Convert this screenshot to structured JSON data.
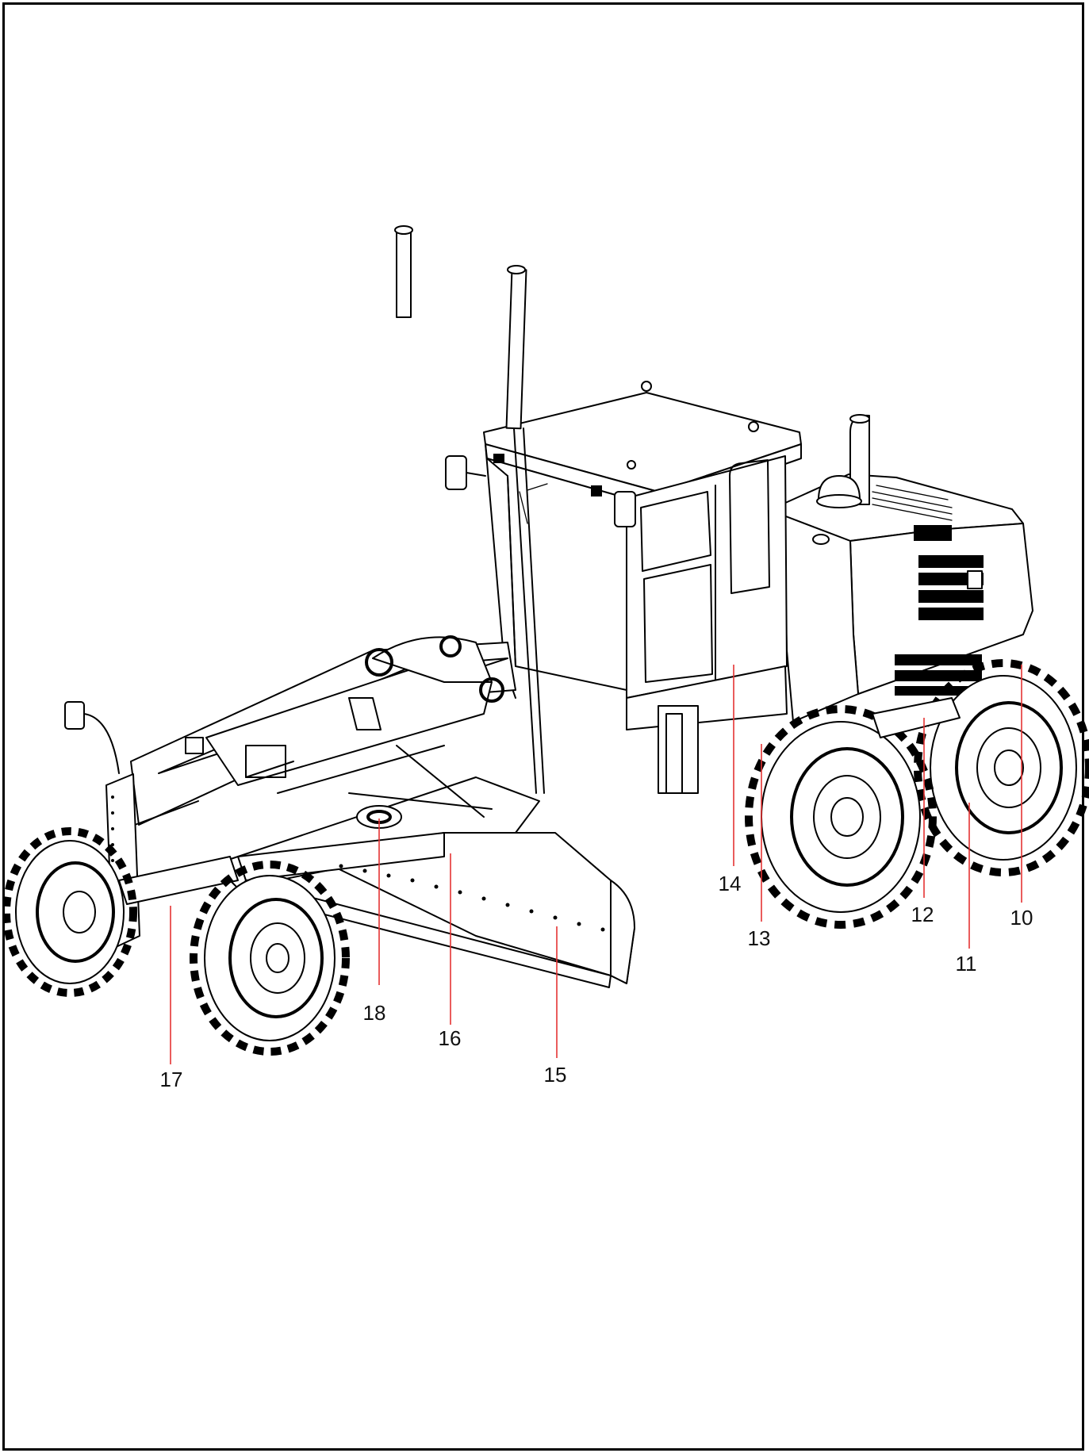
{
  "diagram": {
    "subject": "motor grader line drawing",
    "leader_color": "#e53333",
    "callouts": [
      {
        "id": "10",
        "label": "10"
      },
      {
        "id": "11",
        "label": "11"
      },
      {
        "id": "12",
        "label": "12"
      },
      {
        "id": "13",
        "label": "13"
      },
      {
        "id": "14",
        "label": "14"
      },
      {
        "id": "15",
        "label": "15"
      },
      {
        "id": "16",
        "label": "16"
      },
      {
        "id": "17",
        "label": "17"
      },
      {
        "id": "18",
        "label": "18"
      }
    ]
  }
}
